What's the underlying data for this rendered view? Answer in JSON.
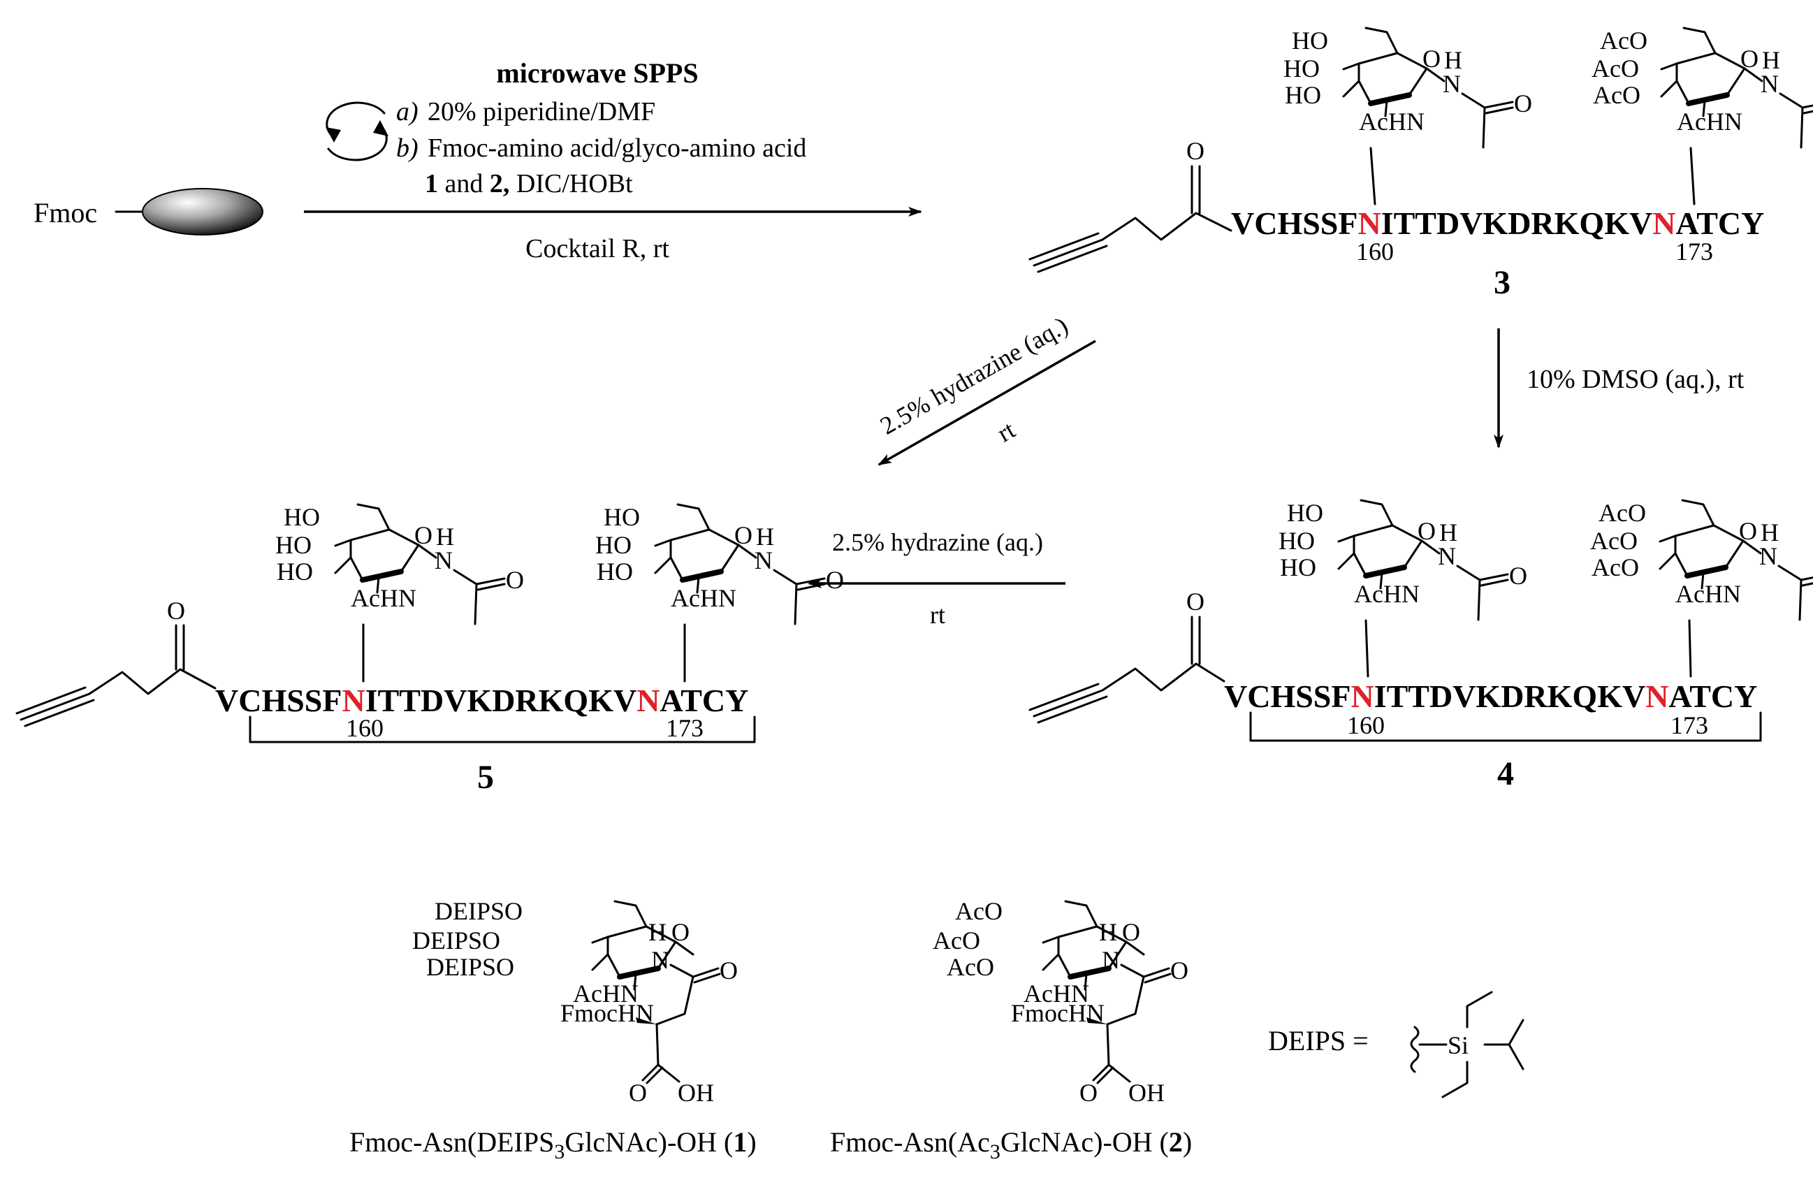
{
  "resin": {
    "label": "Fmoc"
  },
  "step1": {
    "title": "microwave SPPS",
    "a_tag": "a)",
    "a_text": "20%  piperidine/DMF",
    "b_tag": "b)",
    "b_text": "Fmoc-amino acid/glyco-amino  acid",
    "reag_1": "1",
    "reag_and": " and ",
    "reag_2": "2,",
    "reag_rest": " DIC/HOBt",
    "below": "Cocktail R, rt"
  },
  "step_3to4": {
    "line1": "10% DMSO (aq.), rt"
  },
  "step_3to5": {
    "line1": "2.5% hydrazine (aq.)",
    "line2": "rt"
  },
  "step_4to5": {
    "line1": "2.5% hydrazine  (aq.)",
    "line2": "rt"
  },
  "peptide": {
    "seg1": "VCHSSF",
    "n1": "N",
    "seg2": "ITTDVKDRKQKV",
    "n2": "N",
    "seg3": "ATCY",
    "pos1": "160",
    "pos2": "173"
  },
  "sugar_labels": {
    "HO": "HO",
    "AcO": "AcO",
    "AcHN": "AcHN",
    "O": "O",
    "H": "H",
    "N": "N",
    "DEIPSO": "DEIPSO",
    "FmocHN": "FmocHN",
    "OH": "OH",
    "Si": "Si"
  },
  "compounds": {
    "c3": "3",
    "c4": "4",
    "c5": "5"
  },
  "bb1": {
    "pre": "Fmoc-Asn(DEIPS",
    "sub": "3",
    "post": "GlcNAc)-OH  (",
    "num": "1",
    "close": ")"
  },
  "bb2": {
    "pre": "Fmoc-Asn(Ac",
    "sub": "3",
    "post": "GlcNAc)-OH  (",
    "num": "2",
    "close": ")"
  },
  "deips_def": "DEIPS  =",
  "colors": {
    "highlight": "#e0202a"
  }
}
